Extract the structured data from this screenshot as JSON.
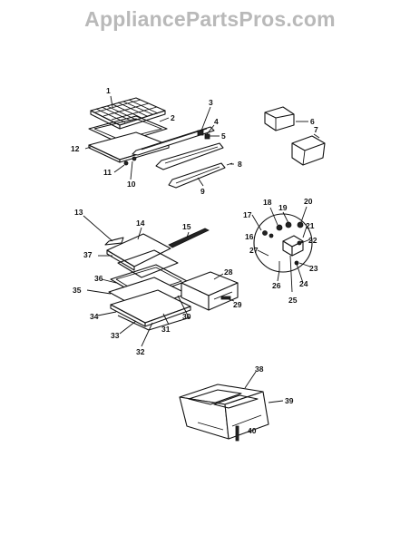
{
  "watermark": "AppliancePartsPros.com",
  "labels": [
    "1",
    "2",
    "3",
    "4",
    "5",
    "6",
    "7",
    "8",
    "9",
    "10",
    "11",
    "12",
    "13",
    "14",
    "15",
    "16",
    "17",
    "18",
    "19",
    "20",
    "21",
    "22",
    "23",
    "24",
    "25",
    "26",
    "27",
    "28",
    "29",
    "30",
    "31",
    "32",
    "33",
    "34",
    "35",
    "36",
    "37",
    "38",
    "39",
    "40"
  ]
}
